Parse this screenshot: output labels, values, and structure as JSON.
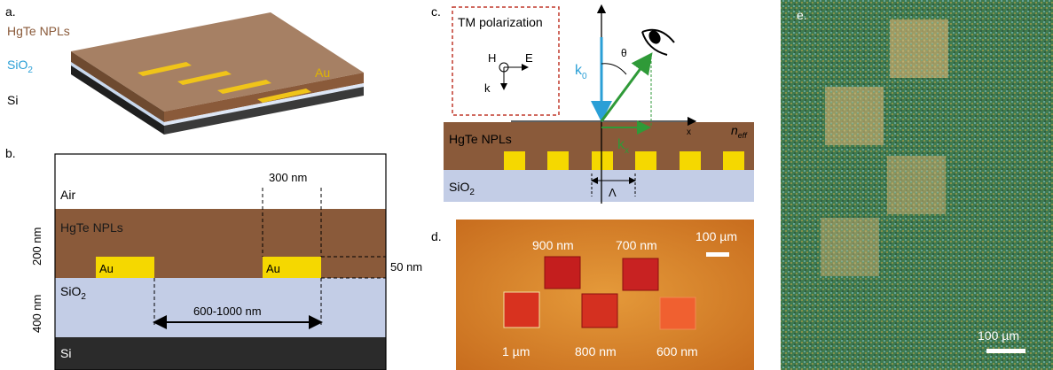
{
  "panels": {
    "a": {
      "label": "a.",
      "layers": {
        "top": "HgTe NPLs",
        "middle": "SiO",
        "middle_sub": "2",
        "bottom": "Si"
      },
      "electrode_label": "Au"
    },
    "b": {
      "label": "b.",
      "air": "Air",
      "hgte": "HgTe NPLs",
      "sio2": "SiO",
      "sio2_sub": "2",
      "si": "Si",
      "au_left": "Au",
      "au_right": "Au",
      "dim_top": "300 nm",
      "dim_right": "50 nm",
      "dim_bottom": "600-1000 nm",
      "side_200": "200 nm",
      "side_400": "400 nm"
    },
    "c": {
      "label": "c.",
      "polarization_title": "TM polarization",
      "H": "H",
      "E": "E",
      "k": "k",
      "k0": "k",
      "k0_sub": "0",
      "theta": "θ",
      "x_axis": "x",
      "neff": "n",
      "neff_sub": "eff",
      "kx": "k",
      "kx_sub": "x",
      "hgte": "HgTe NPLs",
      "sio2": "SiO",
      "sio2_sub": "2",
      "lambda": "Λ"
    },
    "d": {
      "label": "d.",
      "scale": "100 µm",
      "squares": [
        "900 nm",
        "700 nm",
        "1 µm",
        "800 nm",
        "600 nm"
      ]
    },
    "e": {
      "label": "e.",
      "scale": "100 µm"
    }
  },
  "colors": {
    "hgte_brown": "#8a5a3a",
    "gold": "#f5d800",
    "sio2_blue": "#c3cde6",
    "si_dark": "#2b2b2b",
    "k0_blue": "#2a9fd6",
    "kx_green": "#2f9a38",
    "dashed_red": "#c0392b",
    "micro_orange": "#d9812c",
    "micro_green": "#4a8a55"
  }
}
